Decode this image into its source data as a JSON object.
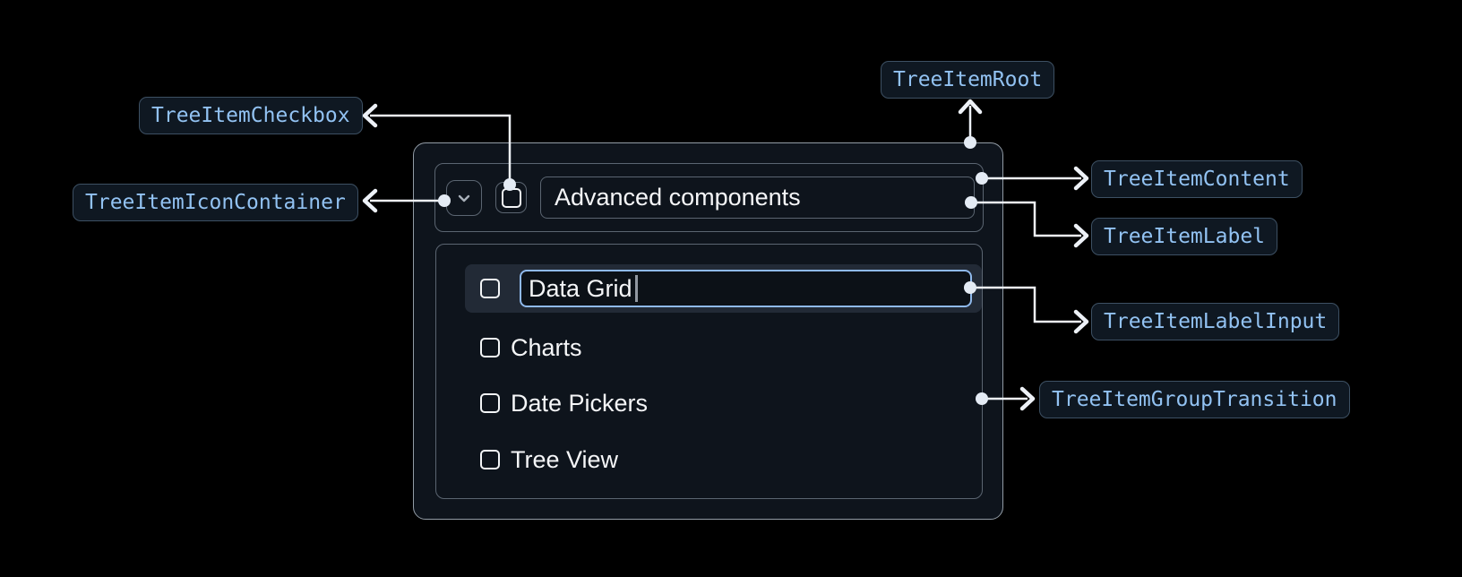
{
  "annotations": {
    "root": "TreeItemRoot",
    "checkbox": "TreeItemCheckbox",
    "icon_container": "TreeItemIconContainer",
    "content": "TreeItemContent",
    "label": "TreeItemLabel",
    "label_input": "TreeItemLabelInput",
    "group_transition": "TreeItemGroupTransition"
  },
  "tree": {
    "parent_label": "Advanced components",
    "parent_state": "expanded",
    "items": [
      {
        "label": "Data Grid",
        "state": "editing",
        "checked": false
      },
      {
        "label": "Charts",
        "state": "default",
        "checked": false
      },
      {
        "label": "Date Pickers",
        "state": "default",
        "checked": false
      },
      {
        "label": "Tree View",
        "state": "default",
        "checked": false
      }
    ]
  },
  "icons": {
    "expand": "chevron-down-icon"
  },
  "colors": {
    "annotation_text": "#92c2f2",
    "annotation_border": "#3d5063",
    "annotation_bg": "#0f1822",
    "outer_border": "#929ca6",
    "inner_border": "#5b6571",
    "row_highlight_bg": "#222a36",
    "input_focus_border": "#8fb9ec",
    "connector": "#edf1f7",
    "page_bg": "#000000"
  }
}
